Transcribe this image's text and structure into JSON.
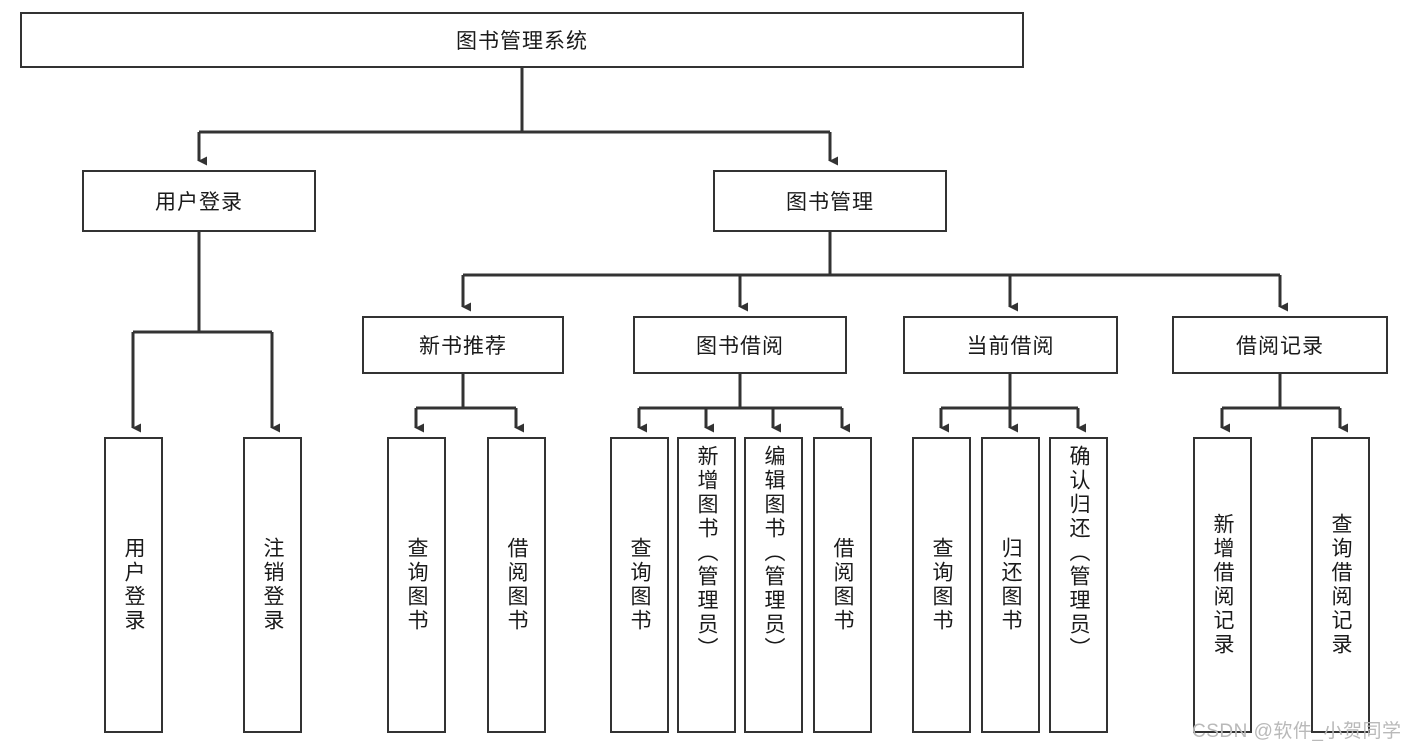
{
  "diagram": {
    "title": "图书管理系统",
    "type": "tree-hierarchy",
    "colors": {
      "stroke": "#333333",
      "fill": "#ffffff",
      "text": "#1a1a1a",
      "watermark": "#b9b9b9"
    },
    "root": {
      "label": "图书管理系统"
    },
    "level1": [
      {
        "label": "用户登录"
      },
      {
        "label": "图书管理"
      }
    ],
    "level2": [
      {
        "label": "新书推荐"
      },
      {
        "label": "图书借阅"
      },
      {
        "label": "当前借阅"
      },
      {
        "label": "借阅记录"
      }
    ],
    "leaves": {
      "user_login": [
        {
          "label": "用户登录"
        },
        {
          "label": "注销登录"
        }
      ],
      "new_book_recommend": [
        {
          "label": "查询图书"
        },
        {
          "label": "借阅图书"
        }
      ],
      "book_borrow": [
        {
          "label": "查询图书"
        },
        {
          "label": "新增图书（管理员）"
        },
        {
          "label": "编辑图书（管理员）"
        },
        {
          "label": "借阅图书"
        }
      ],
      "current_borrow": [
        {
          "label": "查询图书"
        },
        {
          "label": "归还图书"
        },
        {
          "label": "确认归还（管理员）"
        }
      ],
      "borrow_record": [
        {
          "label": "新增借阅记录"
        },
        {
          "label": "查询借阅记录"
        }
      ]
    }
  },
  "watermark": {
    "text": "CSDN @软件_小贺同学"
  }
}
